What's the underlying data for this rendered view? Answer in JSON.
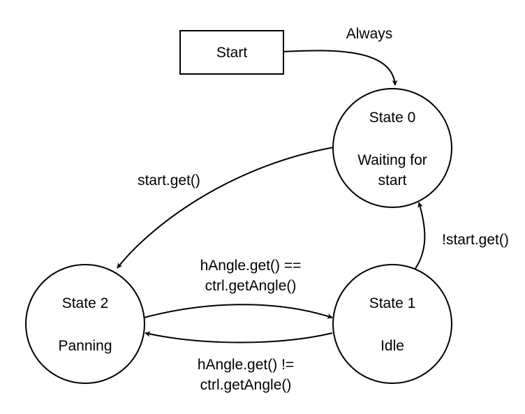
{
  "nodes": {
    "start": {
      "label": "Start"
    },
    "state0": {
      "title": "State 0",
      "line1": "Waiting for",
      "line2": "start"
    },
    "state1": {
      "title": "State 1",
      "subtitle": "Idle"
    },
    "state2": {
      "title": "State 2",
      "subtitle": "Panning"
    }
  },
  "edges": {
    "start_to_state0": {
      "label": "Always"
    },
    "state0_to_state2": {
      "label": "start.get()"
    },
    "state1_to_state0": {
      "label": "!start.get()"
    },
    "state2_to_state1": {
      "line1": "hAngle.get() ==",
      "line2": "ctrl.getAngle()"
    },
    "state1_to_state2": {
      "line1": "hAngle.get() !=",
      "line2": "ctrl.getAngle()"
    }
  }
}
